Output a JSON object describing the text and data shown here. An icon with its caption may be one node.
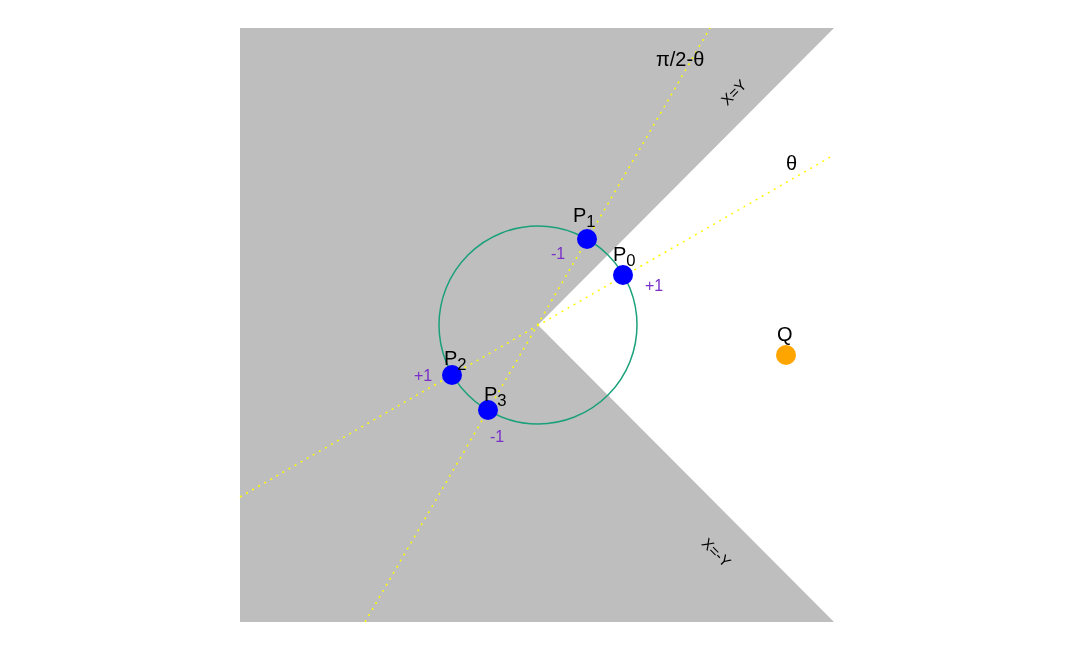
{
  "diagram": {
    "nodes": [
      {
        "text": [
          "P$_{0}$"
        ],
        "beside": [
          "+1"
        ]
      },
      {
        "text": [
          "P$_{1}$"
        ],
        "beside": [
          "-1"
        ]
      },
      {
        "text": [
          "P$_{2}$"
        ],
        "beside": [
          "+1"
        ]
      },
      {
        "text": [
          "P$_{3}$"
        ],
        "beside": [
          "-1"
        ]
      },
      {
        "text": [
          "Q"
        ]
      }
    ],
    "edges": [],
    "labels": [
      "π/2-θ",
      "X=Y",
      "θ",
      "X=-Y"
    ]
  }
}
